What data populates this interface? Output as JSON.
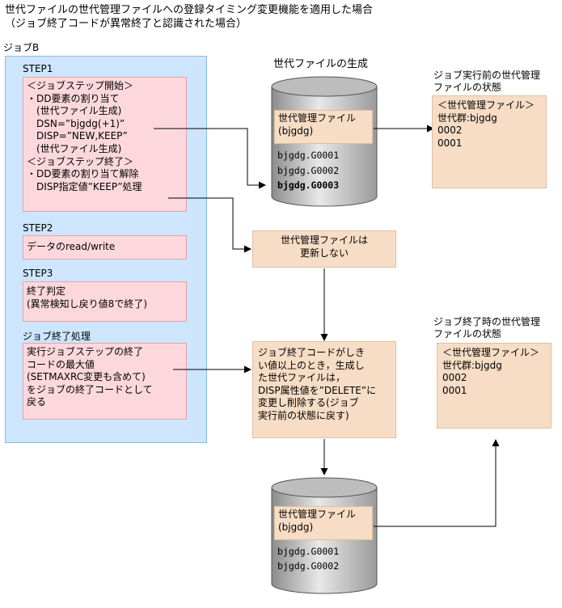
{
  "title": "世代ファイルの世代管理ファイルへの登録タイミング変更機能を適用した場合\n（ジョブ終了コードが異常終了と認識された場合）",
  "job_label": "ジョブB",
  "steps": {
    "step1_label": "STEP1",
    "step1_text": "＜ジョブステップ開始＞\n・DD要素の割り当て\n　(世代ファイル生成)\n　DSN=”bjgdg(+1)”\n　DISP=”NEW,KEEP”\n　(世代ファイル生成)\n＜ジョブステップ終了＞\n・DD要素の割り当て解除\n　DISP指定値”KEEP”処理",
    "step2_label": "STEP2",
    "step2_text": "データのread/write",
    "step3_label": "STEP3",
    "step3_text": "終了判定\n(異常検知し戻り値8で終了)",
    "end_label": "ジョブ終了処理",
    "end_text": "実行ジョブステップの終了\nコードの最大値\n(SETMAXRC変更も含めて)\nをジョブの終了コードとして\n戻る"
  },
  "gen_heading": "世代ファイルの生成",
  "cyl1": {
    "label": "世代管理ファイル\n(bjgdg)",
    "files": [
      "bjgdg.G0001",
      "bjgdg.G0002",
      "bjgdg.G0003"
    ]
  },
  "before_heading": "ジョブ実行前の世代管理\nファイルの状態",
  "before_box": "＜世代管理ファイル＞\n世代群:bjgdg\n0002\n0001",
  "no_update": "世代管理ファイルは\n更新しない",
  "delete_text": "ジョブ終了コードがしき\nい値以上のとき，生成し\nた世代ファイルは，\nDISP属性値を”DELETE”に\n変更し削除する(ジョブ\n実行前の状態に戻す)",
  "after_heading": "ジョブ終了時の世代管理\nファイルの状態",
  "after_box": "＜世代管理ファイル＞\n世代群:bjgdg\n0002\n0001",
  "cyl2": {
    "label": "世代管理ファイル\n(bjgdg)",
    "files": [
      "bjgdg.G0001",
      "bjgdg.G0002"
    ]
  },
  "colors": {
    "panel": "#cde6fd",
    "pink": "#fcd8dc",
    "peach": "#f7ddc6",
    "cylinder_dark": "#8c8c8c",
    "cylinder_light": "#e8e8e8"
  }
}
